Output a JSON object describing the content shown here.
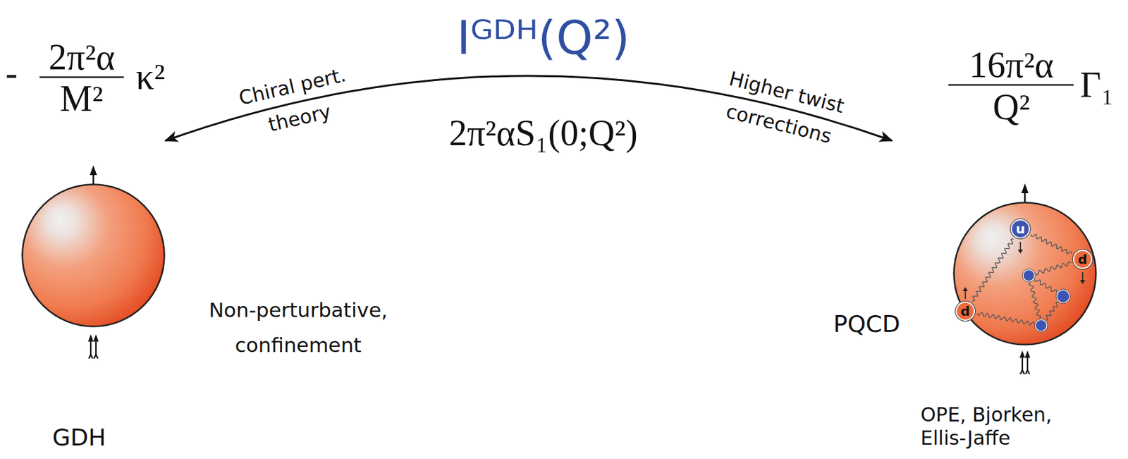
{
  "diagram": {
    "title": "Iᴳᴰᴴ(Q²)",
    "nodes": [
      {
        "text": [
          "GDH"
        ]
      },
      {
        "text": [
          "OPE, Bjorken, Ellis-Jaffe"
        ]
      },
      {
        "text": [
          "u"
        ],
        "in": 1
      },
      {
        "text": [
          "d"
        ],
        "in": 1
      },
      {
        "text": [
          "d"
        ],
        "in": 1
      }
    ],
    "labels": [
      "-",
      "2π²α",
      "M²",
      "κ²",
      "2π²αS₁(0;Q²)",
      "16π²α",
      "Q²",
      "Γ₁",
      "Chiral pert. theory",
      "Higher twist corrections",
      "Non-perturbative, confinement",
      "PQCD"
    ]
  }
}
